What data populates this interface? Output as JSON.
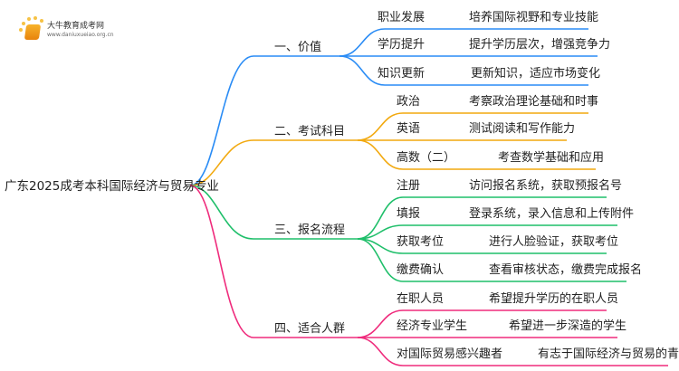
{
  "logo": {
    "name": "大牛教育成考网",
    "url": "www.daniuxueiao.org.cn"
  },
  "root": "广东2025成考本科国际经济与贸易专业",
  "colors": {
    "b0": "#2a8cf5",
    "b1": "#f2a90f",
    "b2": "#1fbf6a",
    "b3": "#ef2b7c"
  },
  "branches": [
    {
      "title": "一、价值",
      "items": [
        {
          "label": "职业发展",
          "desc": "培养国际视野和专业技能"
        },
        {
          "label": "学历提升",
          "desc": "提升学历层次，增强竞争力"
        },
        {
          "label": "知识更新",
          "desc": "更新知识，适应市场变化"
        }
      ]
    },
    {
      "title": "二、考试科目",
      "items": [
        {
          "label": "政治",
          "desc": "考察政治理论基础和时事"
        },
        {
          "label": "英语",
          "desc": "测试阅读和写作能力"
        },
        {
          "label": "高数（二）",
          "desc": "考查数学基础和应用"
        }
      ]
    },
    {
      "title": "三、报名流程",
      "items": [
        {
          "label": "注册",
          "desc": "访问报名系统，获取预报名号"
        },
        {
          "label": "填报",
          "desc": "登录系统，录入信息和上传附件"
        },
        {
          "label": "获取考位",
          "desc": "进行人脸验证，获取考位"
        },
        {
          "label": "缴费确认",
          "desc": "查看审核状态，缴费完成报名"
        }
      ]
    },
    {
      "title": "四、适合人群",
      "items": [
        {
          "label": "在职人员",
          "desc": "希望提升学历的在职人员"
        },
        {
          "label": "经济专业学生",
          "desc": "希望进一步深造的学生"
        },
        {
          "label": "对国际贸易感兴趣者",
          "desc": "有志于国际经济与贸易的青年"
        }
      ]
    }
  ]
}
